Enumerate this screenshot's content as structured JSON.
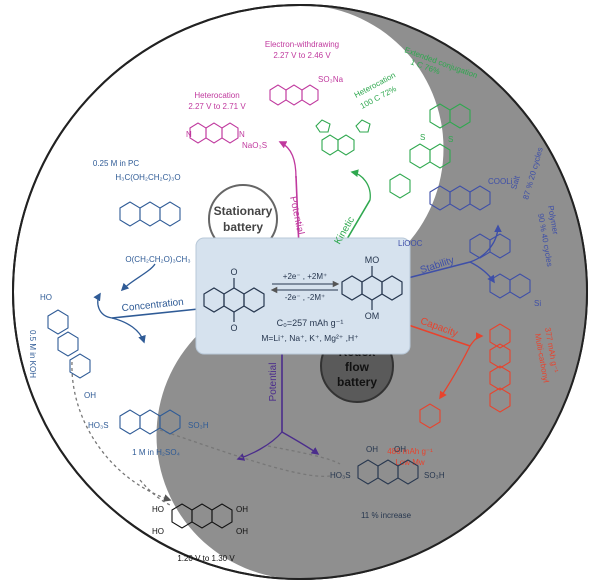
{
  "center": {
    "reaction_top": "+2e⁻ , +2M⁺",
    "reaction_bottom": "-2e⁻ , -2M⁺",
    "oxidized_label": "MO",
    "reduced_label": "OM",
    "capacity": "C₀=257 mAh g⁻¹",
    "cations": "M=Li⁺, Na⁺, K⁺, Mg²⁺ ,H⁺"
  },
  "badges": {
    "stationary": [
      "Stationary",
      "battery"
    ],
    "redox_flow": [
      "Redox",
      "flow",
      "battery"
    ]
  },
  "branches": {
    "potential_top": "Potential",
    "kinetic": "Kinetic",
    "stability": "Stability",
    "capacity": "Capacity",
    "concentration": "Concentration",
    "potential_bottom": "Potential"
  },
  "annotations": {
    "electron_withdrawing": [
      "Electron-withdrawing",
      "2.27 V to 2.46 V"
    ],
    "extended_conjugation": [
      "Extended conjugation",
      "1 C 76%"
    ],
    "heterocation_left": [
      "Heterocation",
      "2.27 V to 2.71 V"
    ],
    "heterocation_mid": [
      "Heterocation",
      "100 C 72%"
    ],
    "salt": [
      "Salt",
      "87 % 20 cycles"
    ],
    "polymer": [
      "Polymer",
      "90 % 40 cycles"
    ],
    "multicarbonyl": [
      "377 mAh g⁻¹",
      "Multi-carbonyl"
    ],
    "low_mw": [
      "486 mAh g⁻¹",
      "Low Mw"
    ],
    "pc": "0.25 M in PC",
    "koh": "0.5 M in KOH",
    "h2so4": "1 M in H₂SO₄",
    "increase": "11 % increase",
    "voltage_bottom": "1.20 V  to 1.30 V"
  },
  "chem_labels": {
    "so3na": "SO₃Na",
    "nao3s": "NaO₃S",
    "cooli": "COOLi",
    "liooc": "LiOOC",
    "pc_chain": "H₃C(OH₂CH₂C)₃O",
    "pc_chain_bottom": "O(CH₂CH₂O)₃CH₃",
    "ho_sulf": "HO₃S",
    "so3h": "SO₃H",
    "oh": "OH",
    "ho": "HO",
    "o": "O",
    "n": "N",
    "s": "S",
    "si": "Si"
  },
  "colors": {
    "gray_half": "#8f8f8f",
    "center_box": "#d6e2ee",
    "potential": "#c0399e",
    "kinetic": "#2fa84f",
    "stability": "#3e4fa8",
    "capacity": "#e8432d",
    "concentration": "#2f5b96",
    "potential_bottom": "#4b2d8c",
    "ink": "#27374f"
  }
}
